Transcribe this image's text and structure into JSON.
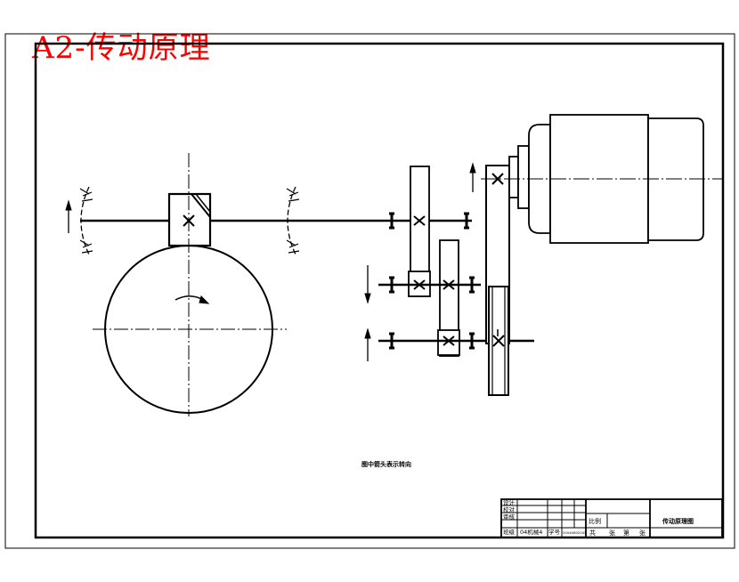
{
  "sheet_title": "A2-传动原理",
  "figure_note": "图中箭头表示转向",
  "title_block": {
    "drawing_name": "传动原理图",
    "row_labels": [
      "设计",
      "校对",
      "审核",
      "班级"
    ],
    "class_value": "04机械4",
    "student_no_label": "学号",
    "student_no_value": "20040802045",
    "scale_label": "比例",
    "sheet_count": {
      "total_label": "共",
      "unit_label": "张",
      "index_label": "第",
      "unit_label_2": "张"
    }
  },
  "colors": {
    "title": "#ff0000",
    "line": "#000000",
    "background": "#ffffff"
  },
  "icons": [
    "gear-cross-marker-icon",
    "rotation-arrow-icon",
    "bearing-symbol-icon"
  ]
}
